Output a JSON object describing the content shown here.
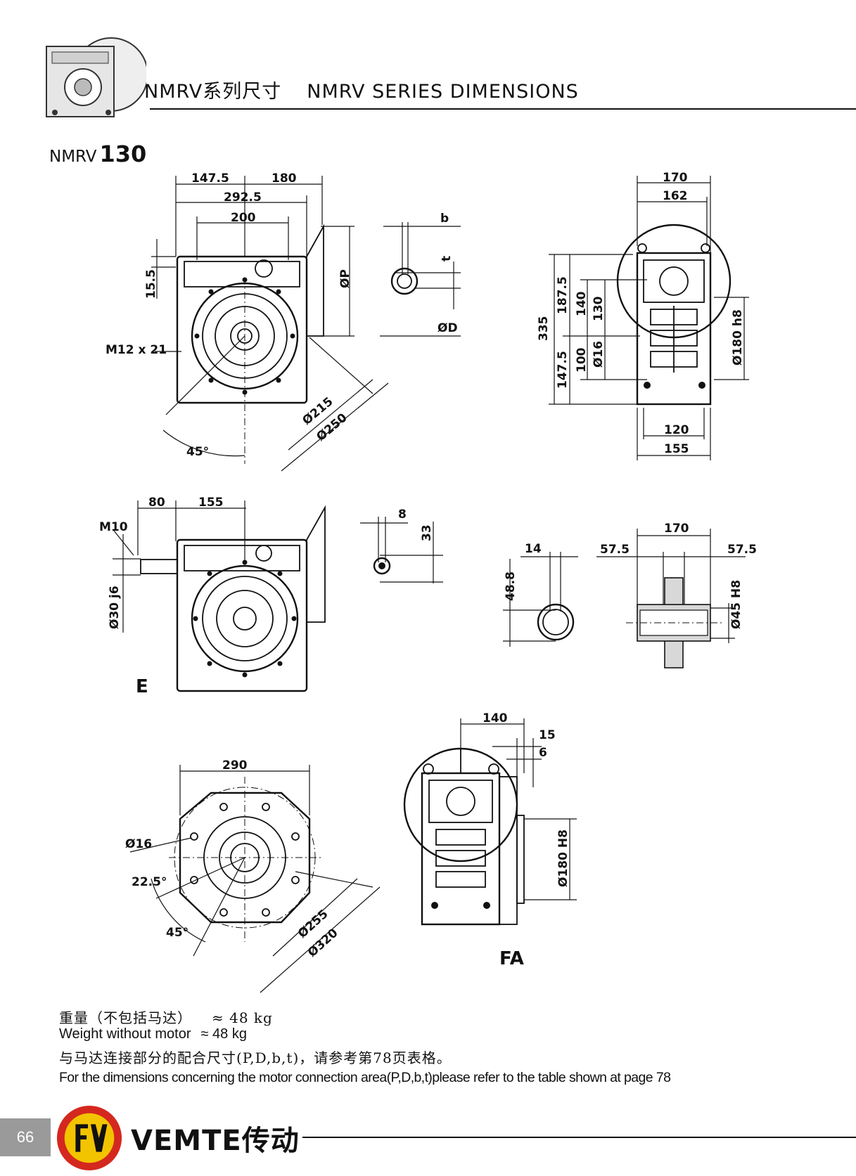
{
  "header": {
    "title_cn": "NMRV系列尺寸",
    "title_en": "NMRV SERIES DIMENSIONS",
    "model_prefix": "NMRV",
    "model_number": "130"
  },
  "view_top_left": {
    "dims": [
      "147.5",
      "180",
      "292.5",
      "200",
      "15.5",
      "ØP",
      "M12 x 21",
      "45°",
      "Ø215",
      "Ø250"
    ]
  },
  "view_shaft_small": {
    "dims": [
      "b",
      "t",
      "ØD"
    ]
  },
  "view_top_right": {
    "dims": [
      "170",
      "162",
      "335",
      "187.5",
      "147.5",
      "140",
      "100",
      "130",
      "Ø16",
      "Ø180 h8",
      "120",
      "155"
    ]
  },
  "view_mid_left": {
    "dims": [
      "80",
      "155",
      "M10",
      "Ø30 j6"
    ],
    "label": "E"
  },
  "view_key": {
    "dims": [
      "8",
      "33"
    ]
  },
  "view_bore": {
    "dims": [
      "14",
      "48.8"
    ]
  },
  "view_hollow": {
    "dims": [
      "57.5",
      "170",
      "57.5",
      "Ø45 H8"
    ]
  },
  "view_flange": {
    "dims": [
      "290",
      "Ø16",
      "22.5°",
      "45°",
      "Ø255",
      "Ø320"
    ]
  },
  "view_fa": {
    "dims": [
      "140",
      "15",
      "6",
      "Ø180 H8"
    ],
    "label": "FA"
  },
  "notes": {
    "weight_cn_label": "重量（不包括马达）",
    "weight_cn_value": "≈ 48 kg",
    "weight_en_label": "Weight without motor",
    "weight_en_value": "≈ 48 kg",
    "ref_cn": "与马达连接部分的配合尺寸(P,D,b,t)，请参考第78页表格。",
    "ref_en": "For the dimensions concerning the motor connection area(P,D,b,t)please refer to the table shown at page 78"
  },
  "footer": {
    "page_number": "66",
    "brand": "VEMTE传动",
    "logo_icon": "vemte-logo-icon"
  },
  "colors": {
    "ink": "#111111",
    "page_box": "#9a9a9a",
    "logo_red": "#d4281f",
    "logo_yellow": "#f2c400"
  }
}
